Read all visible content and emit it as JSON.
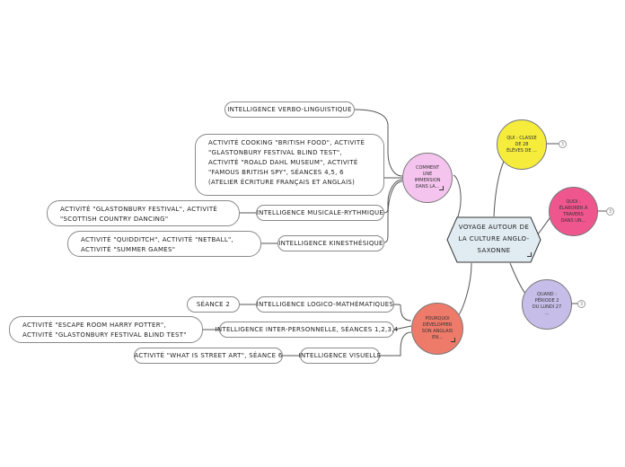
{
  "central": {
    "label": "Voyage autour de la culture anglo-saxonne"
  },
  "topics": {
    "pink": {
      "label": "Comment une immersion dans la..."
    },
    "salmon": {
      "label": "Pourquoi développer son anglais en..."
    },
    "yellow": {
      "label": "Qui : classe de 28 élèves de ...",
      "badge": "3"
    },
    "magenta": {
      "label": "Quoi : élaborer à travers dans un...",
      "badge": "3"
    },
    "purple": {
      "label": "Quand : période 2 du lundi 27 ...",
      "badge": "3"
    }
  },
  "branches": {
    "verbo": "Intelligence verbo-linguistique",
    "verbo_detail": "Activité Cooking \"British food\", activité \"Glastonbury festival blind test\", activité \"Roald Dahl museum\", activité \"famous British spy\", séances 4,5, 6 (atelier écriture français et anglais)",
    "musicale": "Intelligence musicale-rythmique",
    "musicale_detail": "Activité \"Glastonbury festival\", activité \"Scottish country dancing\"",
    "kines": "Intelligence kinesthésique",
    "kines_detail": "Activité \"Quidditch\", activité \"Netball\", activité \"Summer games\"",
    "logico": "Intelligence logico-mathématiques",
    "logico_detail": "Séance 2",
    "inter": "Intelligence inter-personnelle, séances 1,2,3,4",
    "inter_detail": "Activité \"Escape room Harry Potter\", activité \"Glastonbury festival blind test\"",
    "visuelle": "Intelligence visuelle",
    "visuelle_detail": "Activité \"What is street art\", séance 6"
  },
  "colors": {
    "pink": "#f5c4ee",
    "salmon": "#ee7b6a",
    "yellow": "#f5ec3c",
    "magenta": "#f0568e",
    "purple": "#c7bde9",
    "central": "#e1ecf2"
  }
}
